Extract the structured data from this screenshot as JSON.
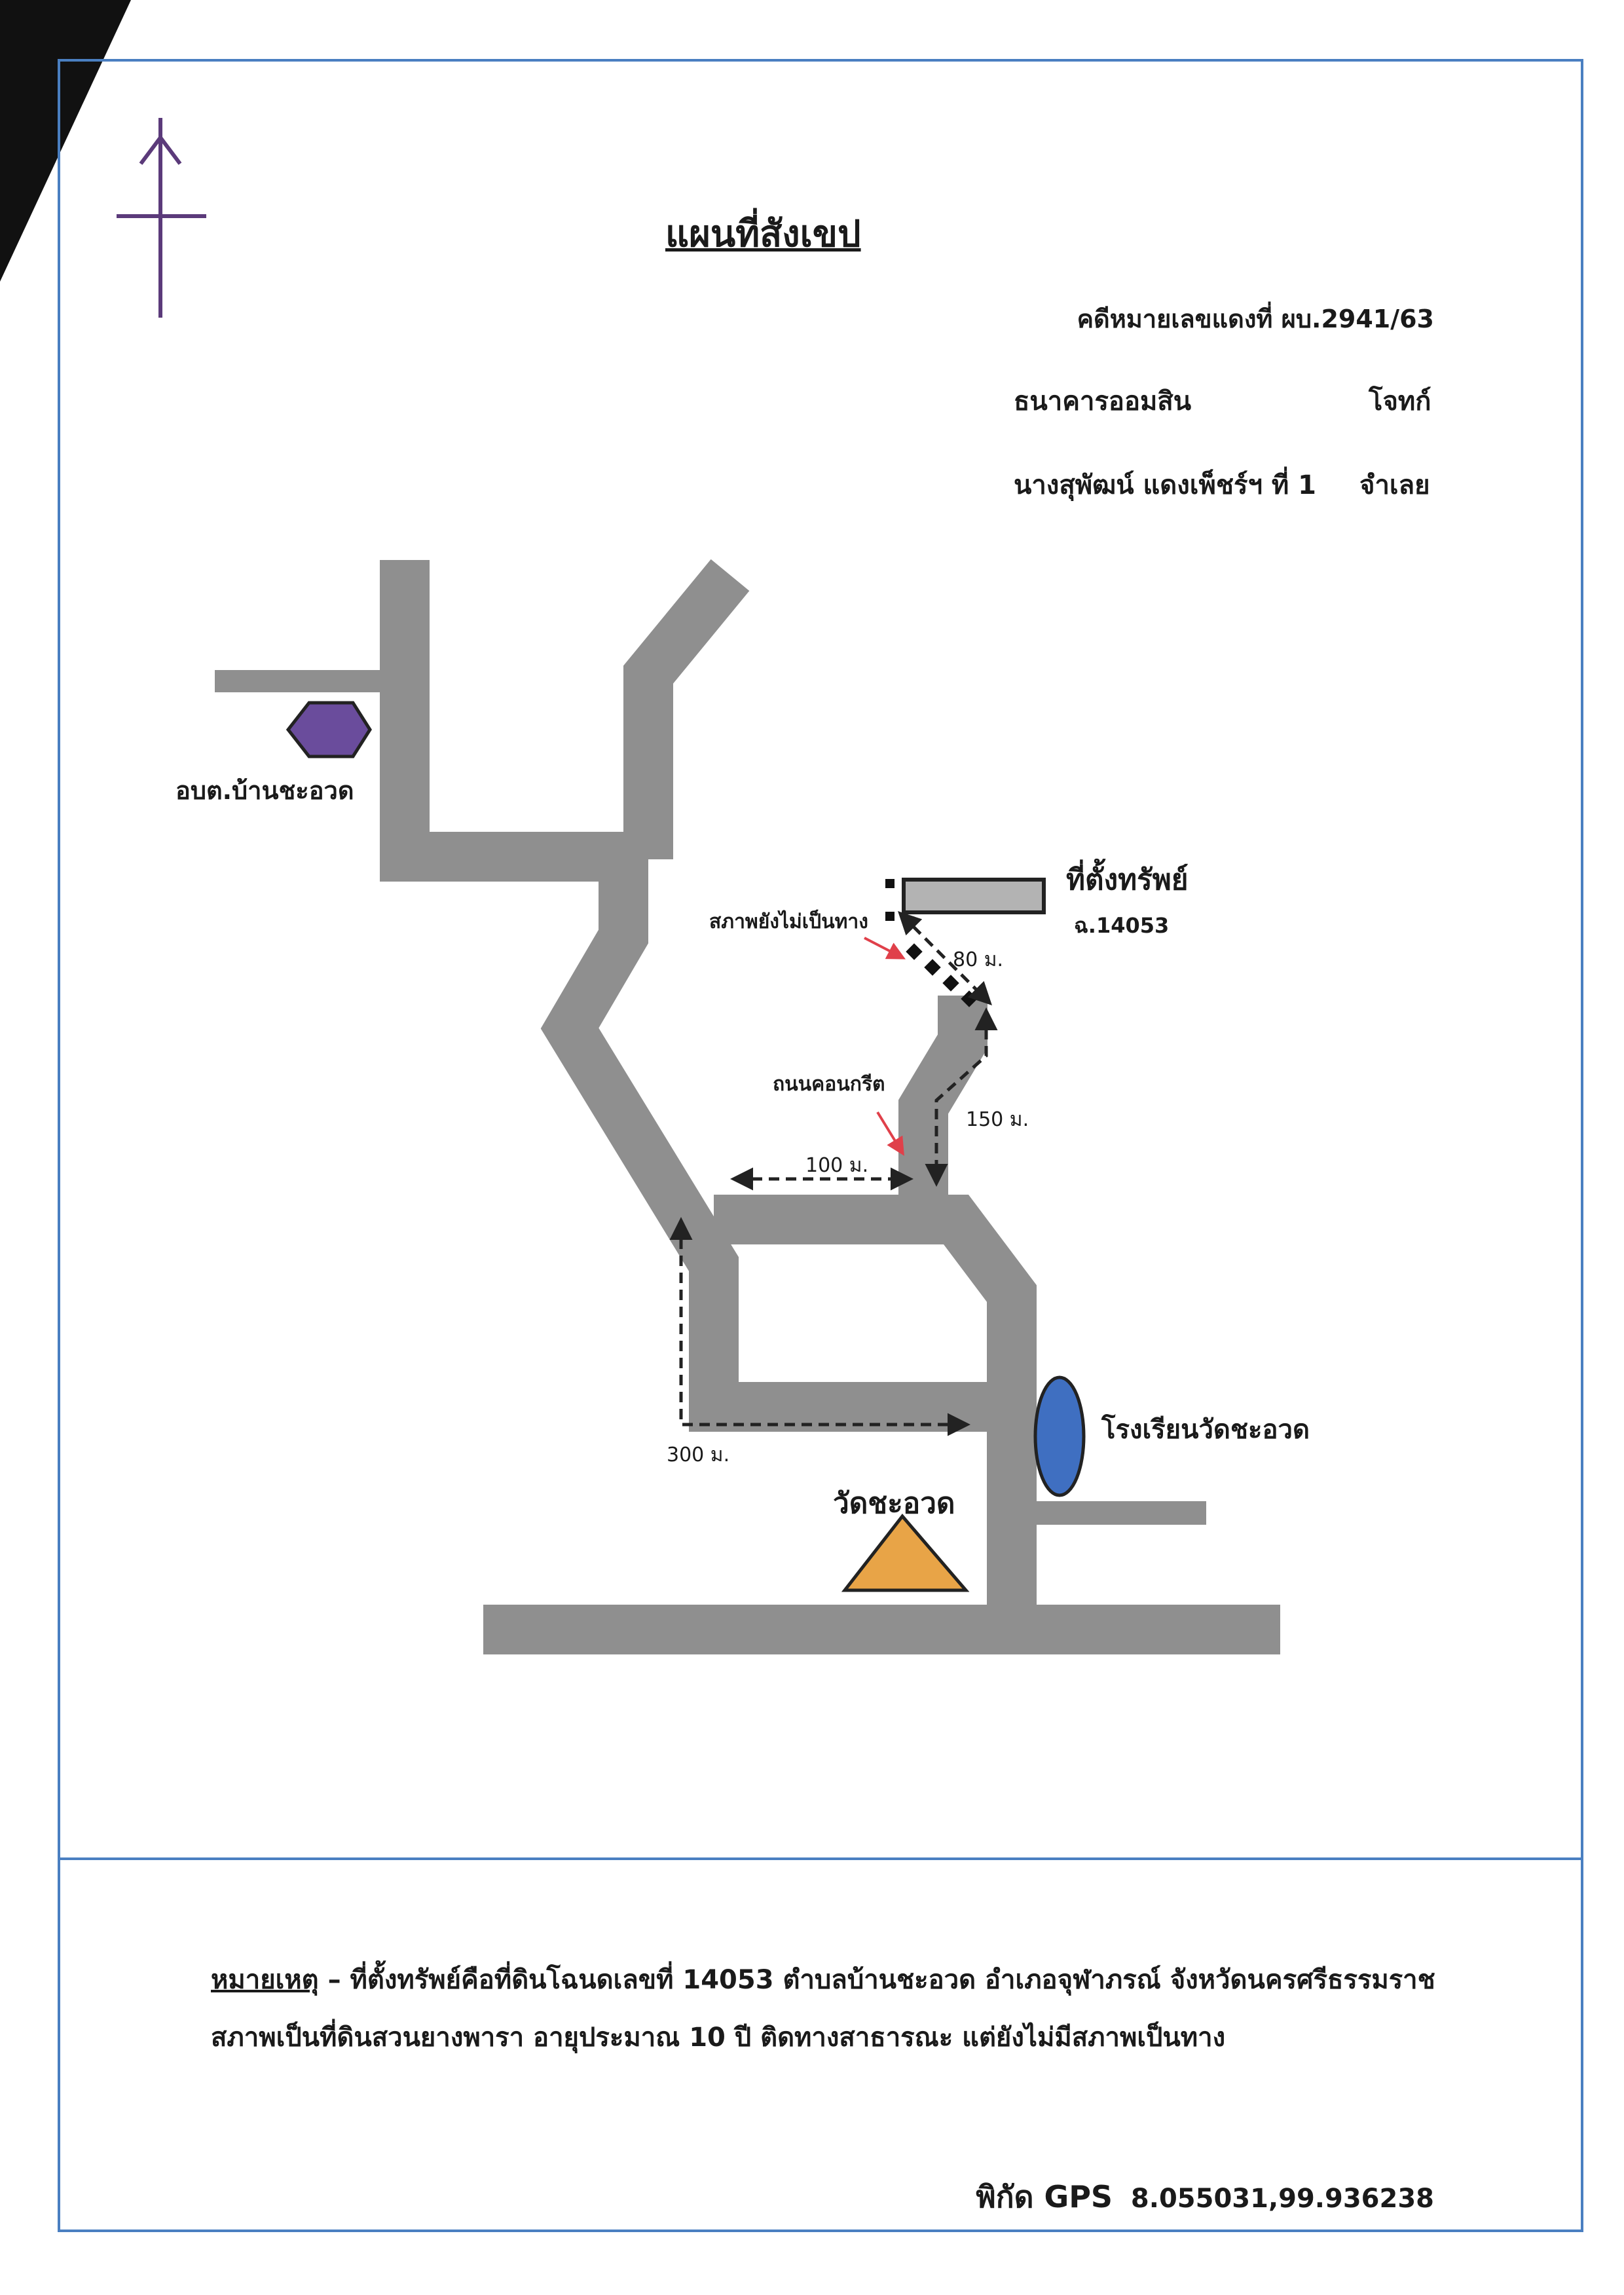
{
  "title": "แผนที่สังเขป",
  "case": {
    "number": "คดีหมายเลขแดงที่ ผบ.2941/63"
  },
  "parties": {
    "plaintiff_name": "ธนาคารออมสิน",
    "plaintiff_role": "โจทก์",
    "defendant_name": "นางสุพัฒน์ แดงเพ็ชร์ฯ ที่ 1",
    "defendant_role": "จำเลย"
  },
  "map": {
    "labels": {
      "sao": "อบต.บ้านชะอวด",
      "property": "ที่ตั้งทรัพย์",
      "deed": "ฉ.14053",
      "no_access": "สภาพยังไม่เป็นทาง",
      "concrete_road": "ถนนคอนกรีต",
      "school": "โรงเรียนวัดชะอวด",
      "temple": "วัดชะอวด"
    },
    "distances": {
      "d80": "80 ม.",
      "d150": "150 ม.",
      "d100": "100 ม.",
      "d300": "300 ม."
    },
    "colors": {
      "road": "#8f8f8f",
      "sao_marker": "#6a4c9c",
      "school_marker": "#3f6fc1",
      "temple_marker": "#e8a447",
      "property_marker": "#b3b3b3",
      "frame": "#4a7fc1",
      "north_arrow": "#5b3a7a",
      "pointer": "#e0404a"
    },
    "icons": {
      "north": "north-arrow-icon",
      "sao": "hexagon-icon",
      "school": "ellipse-icon",
      "temple": "triangle-icon",
      "property": "rectangle-icon"
    }
  },
  "note": {
    "heading": "หมายเหตุ",
    "line1": "– ที่ตั้งทรัพย์คือที่ดินโฉนดเลขที่  14053  ตำบลบ้านชะอวด  อำเภอจุฬาภรณ์  จังหวัดนครศรีธรรมราช",
    "line2": "สภาพเป็นที่ดินสวนยางพารา อายุประมาณ 10 ปี  ติดทางสาธารณะ แต่ยังไม่มีสภาพเป็นทาง"
  },
  "gps": {
    "label": "พิกัด GPS",
    "value": "8.055031,99.936238"
  }
}
